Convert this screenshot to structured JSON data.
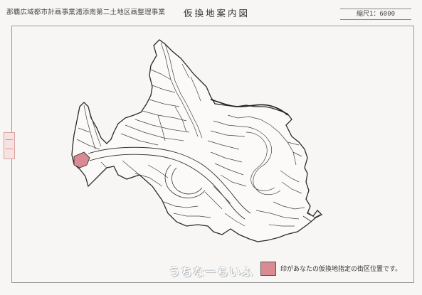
{
  "header": {
    "project_title": "那覇広域都市計画事業浦添南第二土地区画整理事業",
    "map_title": "仮換地案内図",
    "scale_label": "縮尺1：6000"
  },
  "watermark": {
    "text": "うちなーらいふ"
  },
  "legend": {
    "swatch_color": "#d98a92",
    "text": "印があなたの仮換地指定の街区位置です。"
  },
  "colors": {
    "outline": "#2a2a2a",
    "paper": "#f7f6f4",
    "highlight": "#d98a92"
  }
}
